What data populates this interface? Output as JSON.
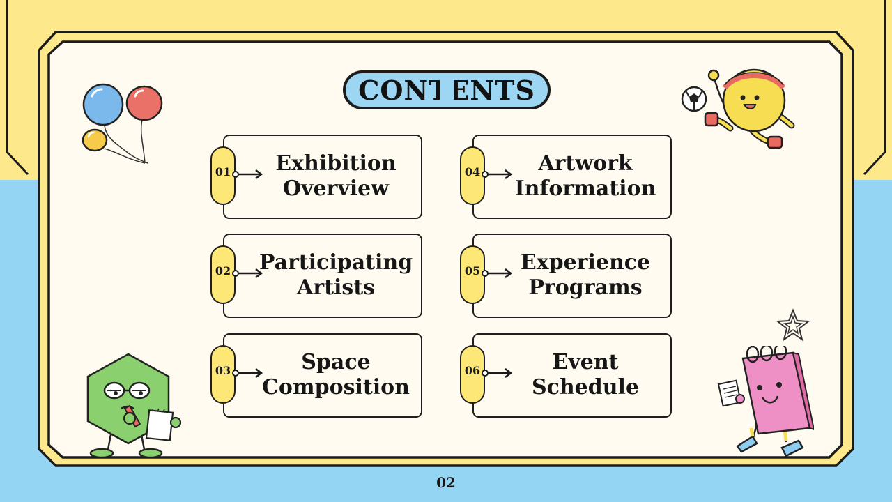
{
  "title": "CONTENTS",
  "items": [
    {
      "number": "01",
      "line1": "Exhibition",
      "line2": "Overview"
    },
    {
      "number": "02",
      "line1": "Participating",
      "line2": "Artists"
    },
    {
      "number": "03",
      "line1": "Space",
      "line2": "Composition"
    },
    {
      "number": "04",
      "line1": "Artwork",
      "line2": "Information"
    },
    {
      "number": "05",
      "line1": "Experience",
      "line2": "Programs"
    },
    {
      "number": "06",
      "line1": "Event",
      "line2": "Schedule"
    }
  ],
  "page_number": "02",
  "colors": {
    "background_blue": "#93d5f3",
    "background_yellow": "#fde98c",
    "panel": "#fffbf0",
    "tab_yellow": "#fde776",
    "title_pill": "#9cd6f2",
    "outline": "#1b1b1b"
  },
  "icons": [
    "balloons-icon",
    "soccer-character-icon",
    "star-icon",
    "notebook-character-icon",
    "hexagon-character-icon"
  ]
}
